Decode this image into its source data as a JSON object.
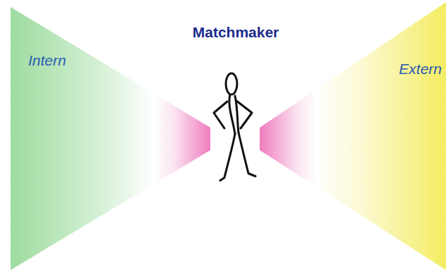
{
  "diagram": {
    "nodes": [
      {
        "text": [
          "Intern"
        ]
      },
      {
        "text": [
          "Extern"
        ]
      }
    ],
    "labels": [
      "Matchmaker"
    ]
  }
}
